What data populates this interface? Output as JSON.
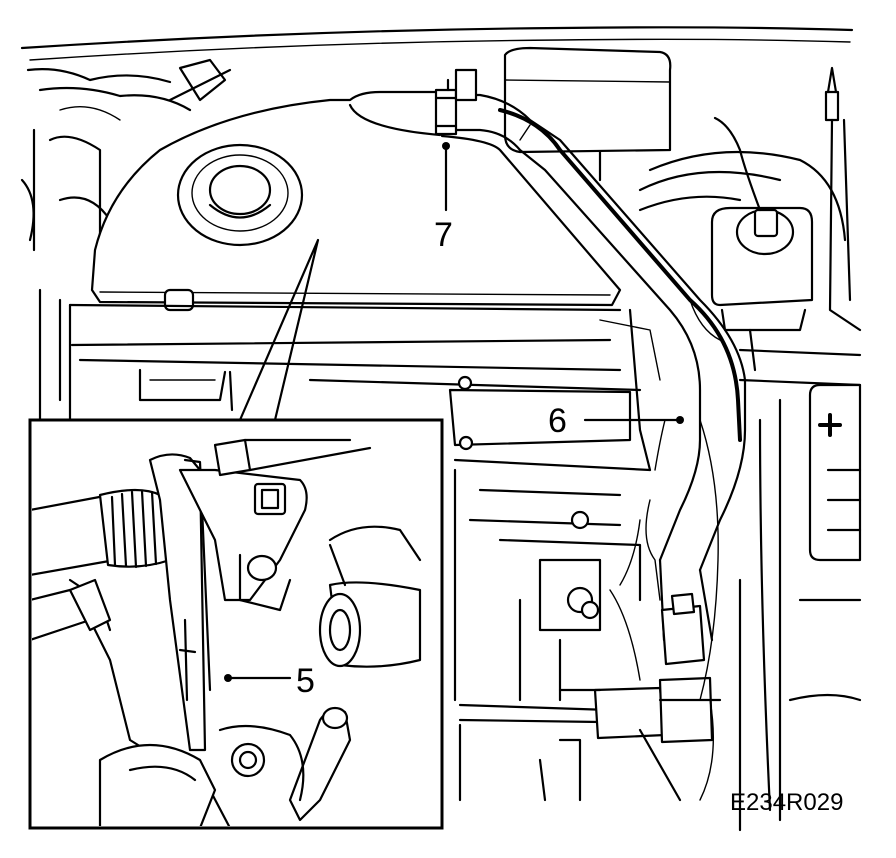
{
  "callouts": {
    "five": "5",
    "six": "6",
    "seven": "7"
  },
  "figure_code": "E234R029",
  "colors": {
    "line": "#000000",
    "background": "#ffffff"
  }
}
